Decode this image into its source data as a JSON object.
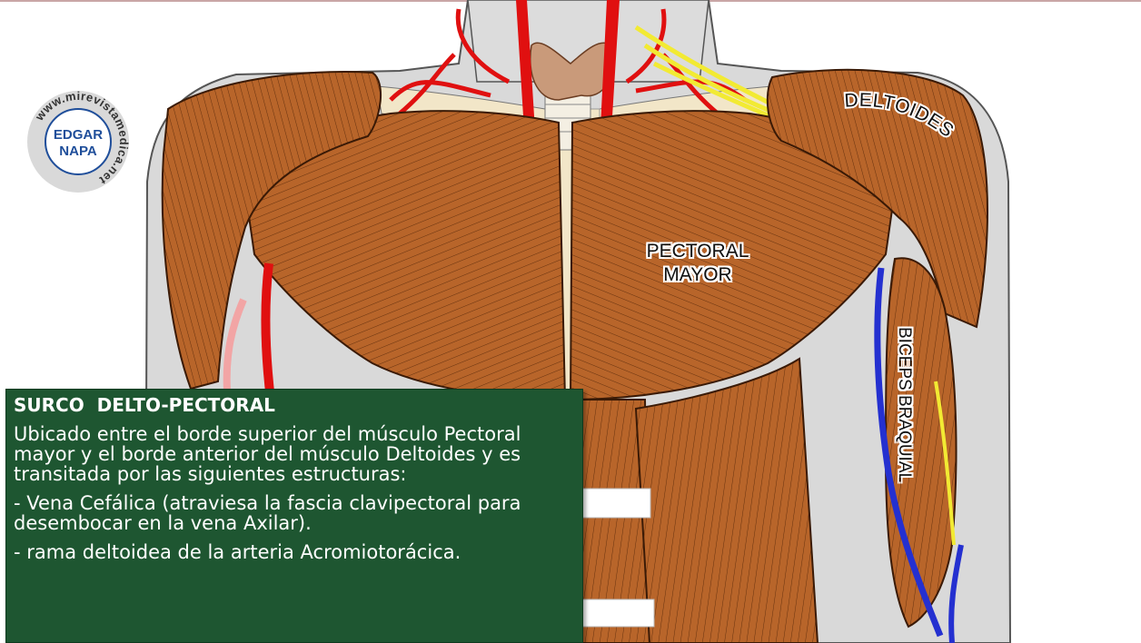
{
  "labels": {
    "deltoides": "DELTOIDES",
    "pectoral_line1": "PECTORAL",
    "pectoral_line2": "MAYOR",
    "biceps": "BICEPS  BRAQUIAL"
  },
  "logo": {
    "line1": "EDGAR",
    "line2": "NAPA",
    "ring_text": "www.mirevistamedica.net"
  },
  "info_panel": {
    "title": "SURCO  DELTO-PECTORAL",
    "body": "Ubicado entre el borde superior del músculo Pectoral mayor y el borde anterior del músculo Deltoides y es transitada por las siguientes estructuras:",
    "items": [
      "- Vena Cefálica (atraviesa la fascia clavipectoral para desembocar en la vena Axilar).",
      "- rama deltoidea de la arteria Acromiotorácica."
    ]
  },
  "colors": {
    "muscle": "#b8652a",
    "muscle_line": "#5e2c0c",
    "skin": "#d9d9d9",
    "bone": "#f2e6c8",
    "artery": "#e01010",
    "vein": "#2430d0",
    "nerve": "#f2ea33",
    "panel": "#1e5631"
  }
}
